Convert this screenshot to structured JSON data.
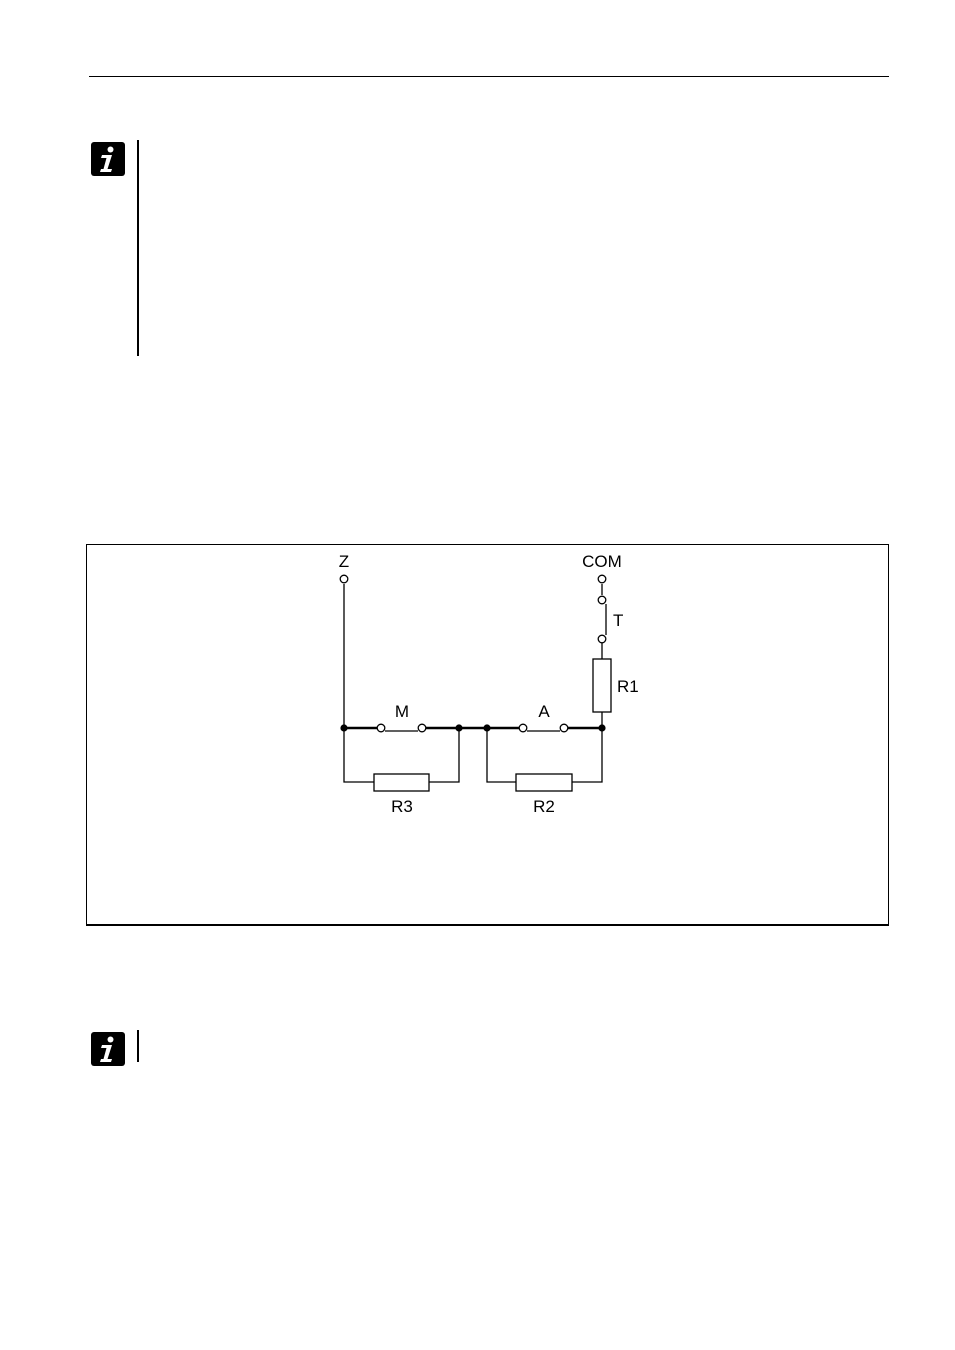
{
  "notes": [
    {
      "icon": "info-icon"
    },
    {
      "icon": "info-icon"
    }
  ],
  "diagram": {
    "labels": {
      "terminal_z": "Z",
      "terminal_com": "COM",
      "tamper": "T",
      "resistor_r1": "R1",
      "contact_m": "M",
      "contact_a": "A",
      "resistor_r3": "R3",
      "resistor_r2": "R2"
    },
    "colors": {
      "line": "#000000",
      "background": "#ffffff"
    }
  }
}
